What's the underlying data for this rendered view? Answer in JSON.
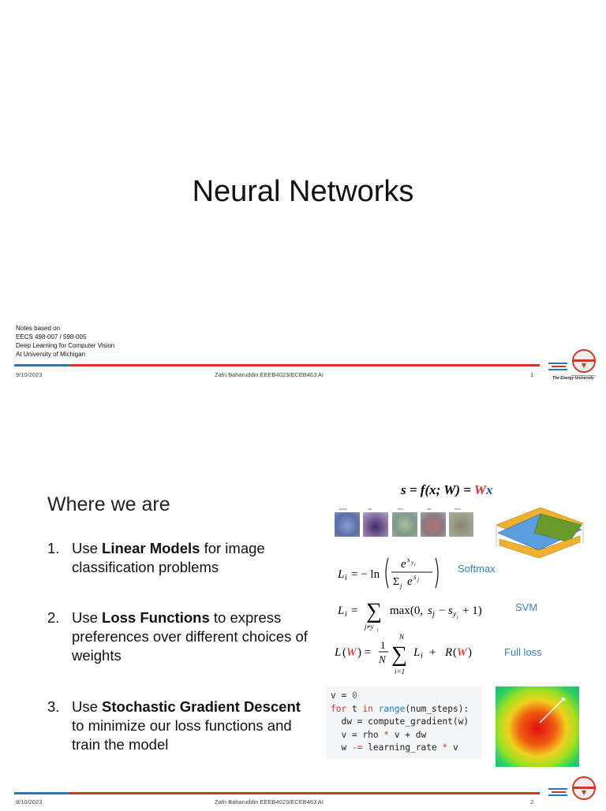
{
  "slide1": {
    "title": "Neural Networks",
    "notes": [
      "Notes based on",
      "EECS 498-007 / 598-005",
      "Deep Learning for Computer Vision",
      "At University of Michigan"
    ],
    "footer": {
      "date": "9/10/2023",
      "center": "Zafri Baharuddin EEEB4023/ECEB463 AI",
      "page": "1"
    },
    "logo_tagline": "The Energy University"
  },
  "slide2": {
    "heading": "Where we are",
    "items": [
      {
        "num": "1.",
        "pre": "Use ",
        "bold": "Linear Models",
        "post": " for image classification problems"
      },
      {
        "num": "2.",
        "pre": "Use ",
        "bold": "Loss Functions",
        "post": " to express preferences over different choices of weights"
      },
      {
        "num": "3.",
        "pre": "Use ",
        "bold": "Stochastic Gradient Descent",
        "post": " to minimize our loss functions and train the model"
      }
    ],
    "score_eq": {
      "lhs": "s = f(x; W) = ",
      "w": "W",
      "x": "x"
    },
    "image_labels": [
      "plane",
      "car",
      "bird",
      "cat",
      "deer"
    ],
    "loss_labels": {
      "softmax": "Softmax",
      "svm": "SVM",
      "full": "Full loss"
    },
    "code_lines": [
      "v = 0",
      "for t in range(num_steps):",
      "  dw = compute_gradient(w)",
      "  v = rho * v + dw",
      "  w -= learning_rate * v"
    ],
    "footer": {
      "date": "9/10/2023",
      "center": "Zafri Baharuddin EEEB4023/ECEB463 AI",
      "page": "2"
    },
    "colors": {
      "accent_red": "#d0381f",
      "accent_blue": "#2e75b6",
      "label_blue": "#2f80c8"
    }
  }
}
